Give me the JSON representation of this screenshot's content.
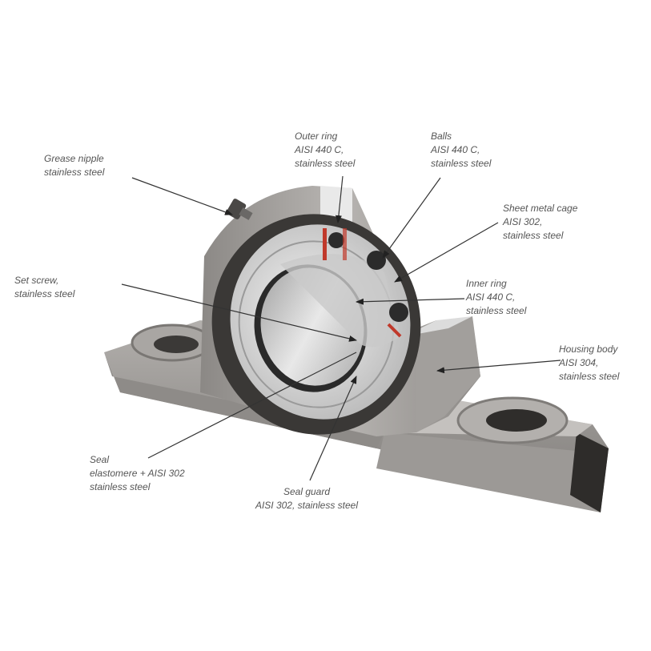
{
  "figure": {
    "subject": "Stainless steel pillow block bearing unit (cutaway)",
    "colors": {
      "background": "#ffffff",
      "housing": "#9a9794",
      "housing_dark": "#3a3836",
      "ring": "#d8d8d8",
      "text": "#555555",
      "leader": "#333333",
      "accent_red": "#c0392b"
    }
  },
  "labels": [
    {
      "id": "grease-nipple",
      "lines": [
        "Grease nipple",
        "stainless steel"
      ]
    },
    {
      "id": "outer-ring",
      "lines": [
        "Outer ring",
        "AISI 440 C,",
        "stainless steel"
      ]
    },
    {
      "id": "balls",
      "lines": [
        "Balls",
        "AISI 440 C,",
        "stainless steel"
      ]
    },
    {
      "id": "sheet-metal-cage",
      "lines": [
        "Sheet metal cage",
        "AISI 302,",
        "stainless steel"
      ]
    },
    {
      "id": "set-screw",
      "lines": [
        "Set screw,",
        "stainless steel"
      ]
    },
    {
      "id": "inner-ring",
      "lines": [
        "Inner ring",
        "AISI 440 C,",
        "stainless steel"
      ]
    },
    {
      "id": "housing-body",
      "lines": [
        "Housing body",
        "AISI 304,",
        "stainless steel"
      ]
    },
    {
      "id": "seal",
      "lines": [
        "Seal",
        "elastomere + AISI 302",
        "stainless steel"
      ]
    },
    {
      "id": "seal-guard",
      "lines": [
        "Seal guard",
        "AISI 302, stainless steel"
      ]
    }
  ]
}
